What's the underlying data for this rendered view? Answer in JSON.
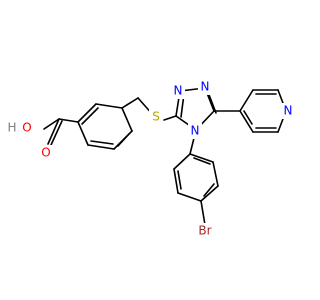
{
  "atoms": {
    "hydroxyl_h": "H",
    "hydroxyl_o": "O",
    "carbonyl_o": "O",
    "thioether_s": "S",
    "triazole_n1": "N",
    "triazole_n2": "N",
    "triazole_n4": "N",
    "pyridine_n": "N",
    "bromine": "Br"
  },
  "colors": {
    "oxygen": "#ff0000",
    "nitrogen": "#0000ff",
    "sulfur": "#b8a600",
    "bromine": "#a52a2a",
    "hydrogen": "#808080",
    "bond": "#000000"
  }
}
